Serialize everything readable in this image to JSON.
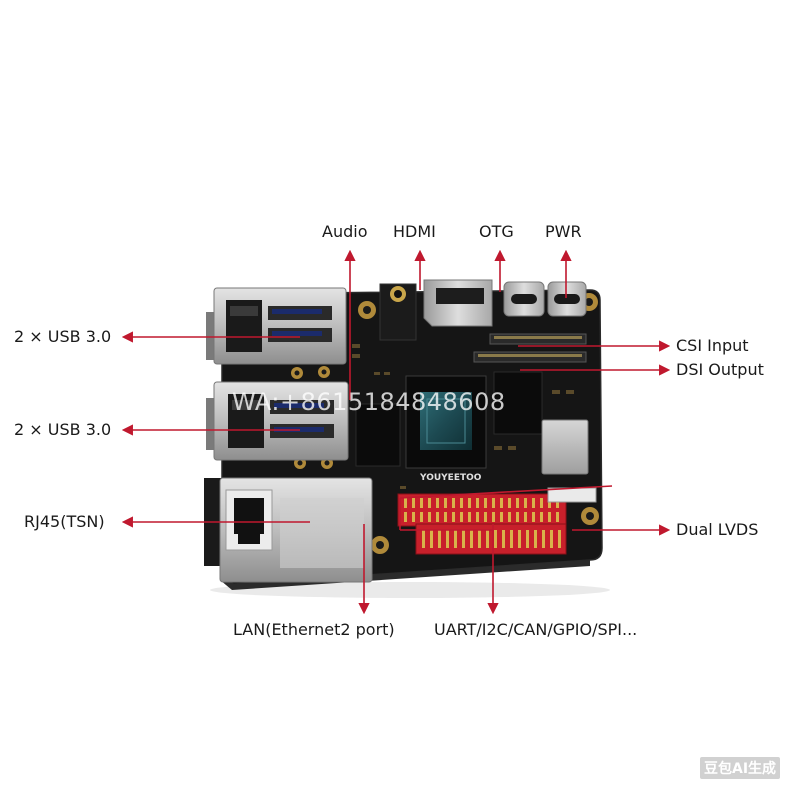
{
  "labels": {
    "audio": "Audio",
    "hdmi": "HDMI",
    "otg": "OTG",
    "pwr": "PWR",
    "usb_top": "2 × USB 3.0",
    "usb_bottom": "2 × USB 3.0",
    "rj45": "RJ45(TSN)",
    "csi": "CSI Input",
    "dsi": "DSI Output",
    "lvds": "Dual LVDS",
    "lan": "LAN(Ethernet2 port)",
    "gpio": "UART/I2C/CAN/GPIO/SPI..."
  },
  "board": {
    "silkscreen": "YOUYEETOO"
  },
  "watermarks": {
    "contact": "WA:+8615184848608",
    "ai_badge": "豆包AI生成"
  },
  "colors": {
    "arrow": "#c0182e",
    "pcb": "#141414",
    "header_red": "#c8202b",
    "metal": "#c9c9c9"
  }
}
